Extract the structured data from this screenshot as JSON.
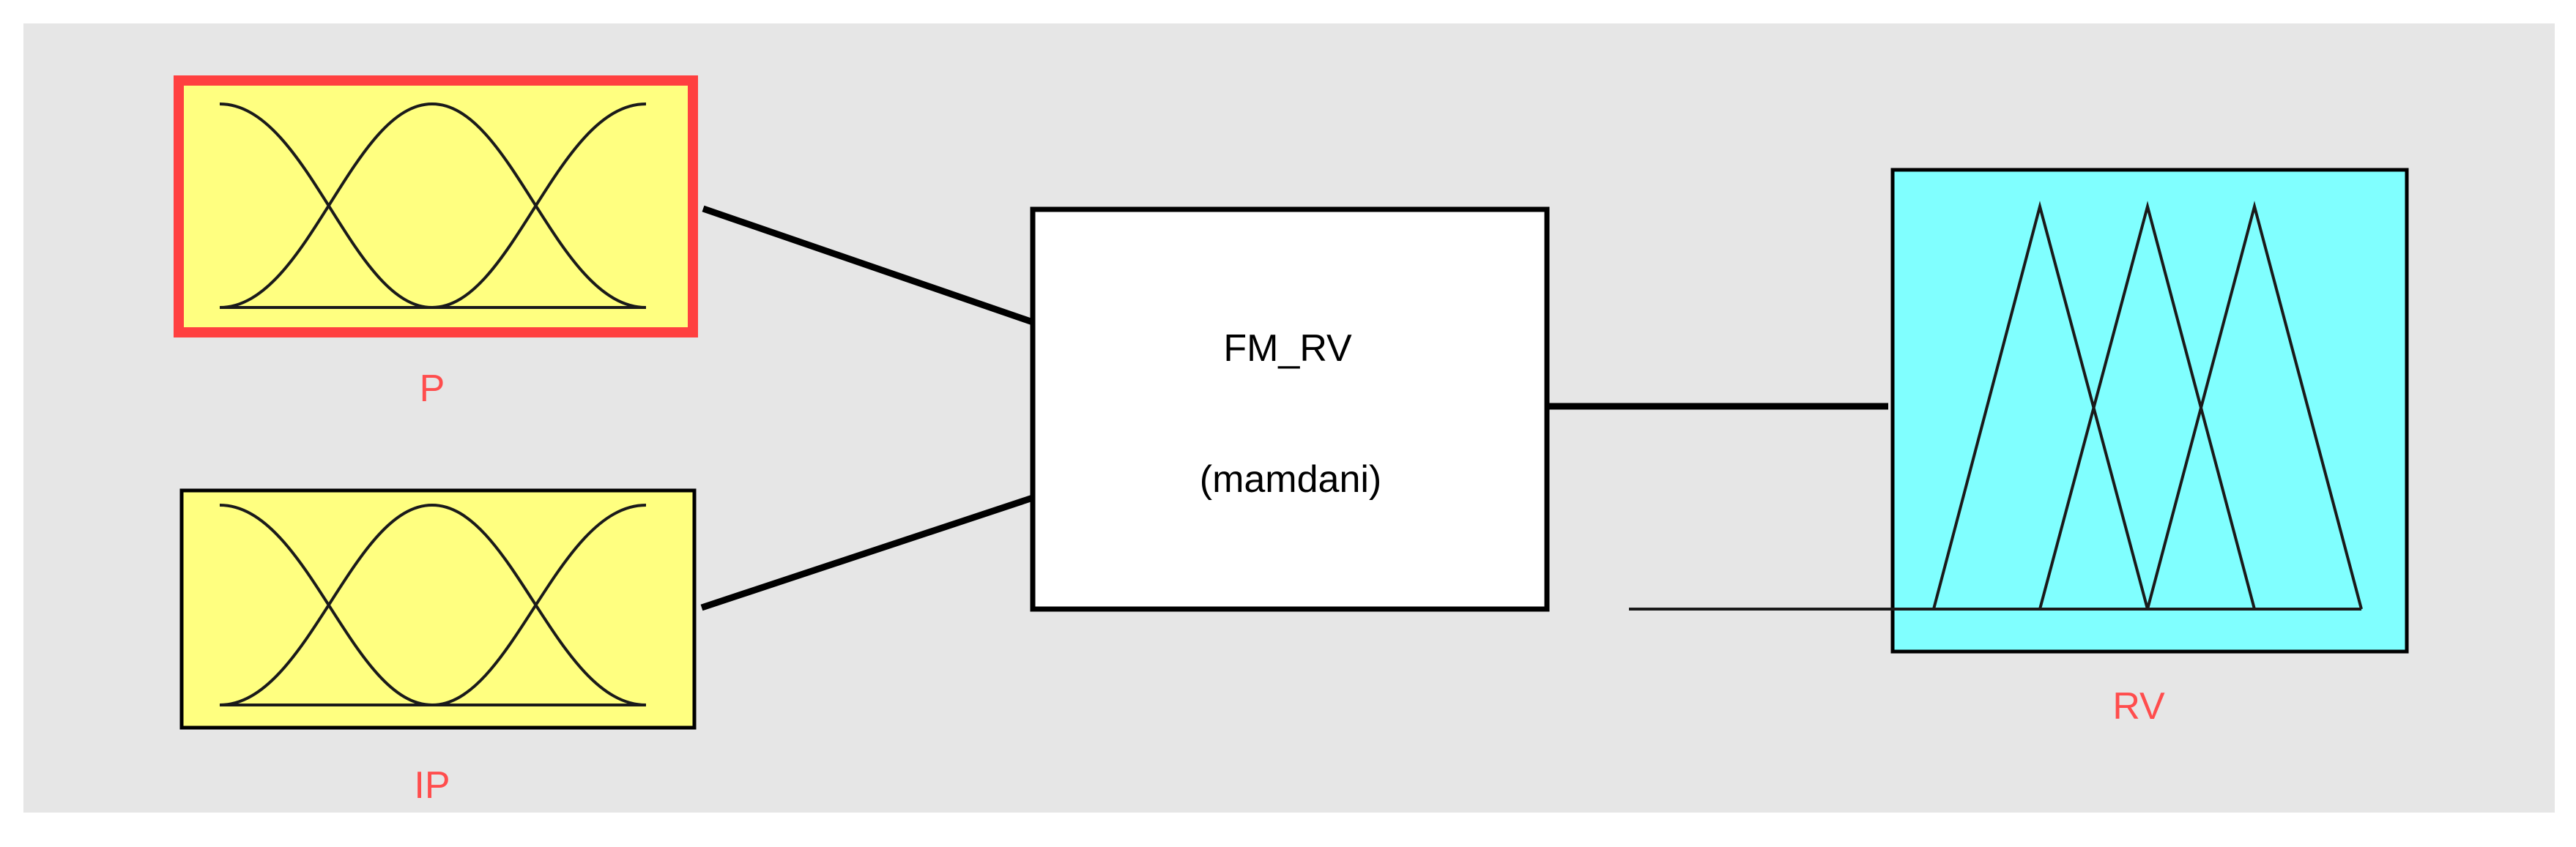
{
  "system": {
    "name": "FM_RV",
    "type_label": "(mamdani)"
  },
  "inputs": [
    {
      "name": "P",
      "selected": true
    },
    {
      "name": "IP",
      "selected": false
    }
  ],
  "outputs": [
    {
      "name": "RV"
    }
  ],
  "colors": {
    "background": "#e6e6e6",
    "input_fill": "#ffff80",
    "output_fill": "#80ffff",
    "selection": "#ff4040",
    "label": "#ff4d4d",
    "line": "#000000"
  }
}
